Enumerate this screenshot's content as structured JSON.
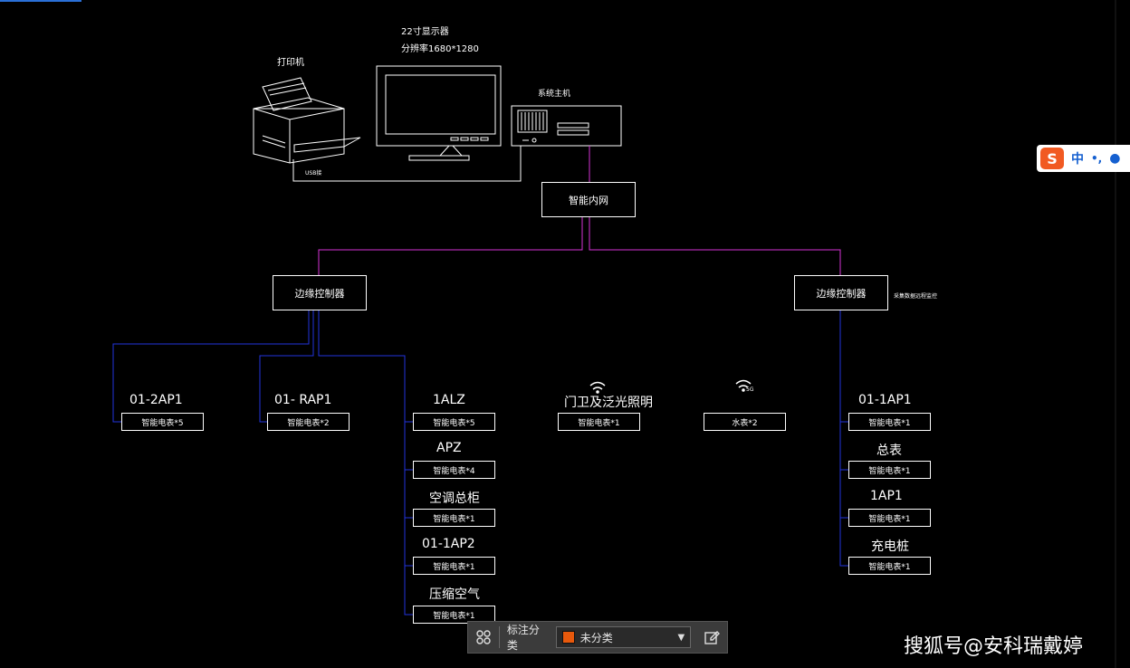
{
  "colors": {
    "background": "#000000",
    "wire_lan": "#d633d6",
    "wire_bus": "#2233dd",
    "wire_usb": "#ffffff",
    "accent": "#f15a22",
    "ime_blue": "#1560d0"
  },
  "devices": {
    "monitor_title": "22寸显示器",
    "monitor_res": "分辨率1680*1280",
    "printer": "打印机",
    "host": "系统主机",
    "usb": "USB接"
  },
  "network": {
    "lan_switch": "智能内网"
  },
  "controllers": {
    "left": "边缘控制器",
    "right": "边缘控制器",
    "right_note": "采集数据远程监控"
  },
  "groups": [
    {
      "title": "01-2AP1",
      "meter": "智能电表*5"
    },
    {
      "title": "01- RAP1",
      "meter": "智能电表*2"
    },
    {
      "title": "1ALZ",
      "meter": "智能电表*5"
    },
    {
      "title": "APZ",
      "meter": "智能电表*4"
    },
    {
      "title": "空调总柜",
      "meter": "智能电表*1"
    },
    {
      "title": "01-1AP2",
      "meter": "智能电表*1"
    },
    {
      "title": "压缩空气",
      "meter": "智能电表*1"
    },
    {
      "title": "门卫及泛光照明",
      "meter": "智能电表*1"
    },
    {
      "title": "",
      "meter": "水表*2"
    },
    {
      "title": "01-1AP1",
      "meter": "智能电表*1"
    },
    {
      "title": "总表",
      "meter": "智能电表*1"
    },
    {
      "title": "1AP1",
      "meter": "智能电表*1"
    },
    {
      "title": "充电桩",
      "meter": "智能电表*1"
    }
  ],
  "wireless_labels": {
    "water": "5G"
  },
  "toolbar": {
    "label": "标注分类",
    "selected": "未分类",
    "grid_icon": "grid-icon",
    "edit_icon": "edit-icon"
  },
  "ime": {
    "lang": "中",
    "punct": "•,"
  },
  "watermark": "搜狐号@安科瑞戴婷"
}
